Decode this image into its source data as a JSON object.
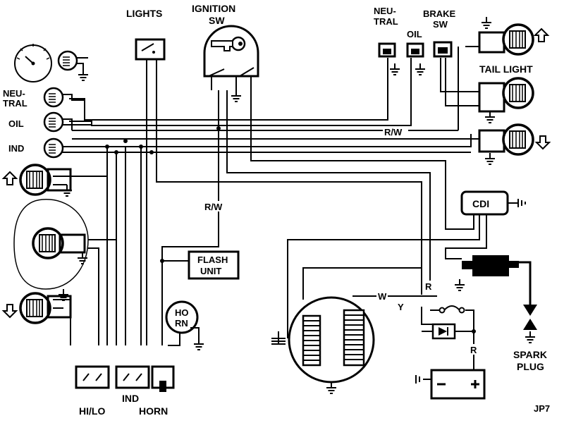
{
  "labels": {
    "lights": "LIGHTS",
    "ignition_sw_1": "IGNITION",
    "ignition_sw_2": "SW",
    "neutral_top_1": "NEU-",
    "neutral_top_2": "TRAL",
    "oil_top": "OIL",
    "brake_sw_1": "BRAKE",
    "brake_sw_2": "SW",
    "tail_light": "TAIL LIGHT",
    "neutral_left_1": "NEU-",
    "neutral_left_2": "TRAL",
    "oil_left": "OIL",
    "ind_left": "IND",
    "rw_upper": "R/W",
    "rw_lower": "R/W",
    "cdi": "CDI",
    "flash_unit_1": "FLASH",
    "flash_unit_2": "UNIT",
    "horn_1": "HO",
    "horn_2": "RN",
    "wire_w": "W",
    "wire_y": "Y",
    "wire_r1": "R",
    "wire_r2": "R",
    "spark_plug_1": "SPARK",
    "spark_plug_2": "PLUG",
    "hi_lo": "HI/LO",
    "ind_bottom": "IND",
    "horn_bottom": "HORN",
    "code": "JP7"
  },
  "icons": [
    "speedometer-icon",
    "bulb-icon",
    "ground-icon",
    "arrow-up-icon",
    "arrow-down-icon",
    "key-icon",
    "battery-icon",
    "diode-icon",
    "fuse-icon",
    "coil-icon"
  ]
}
